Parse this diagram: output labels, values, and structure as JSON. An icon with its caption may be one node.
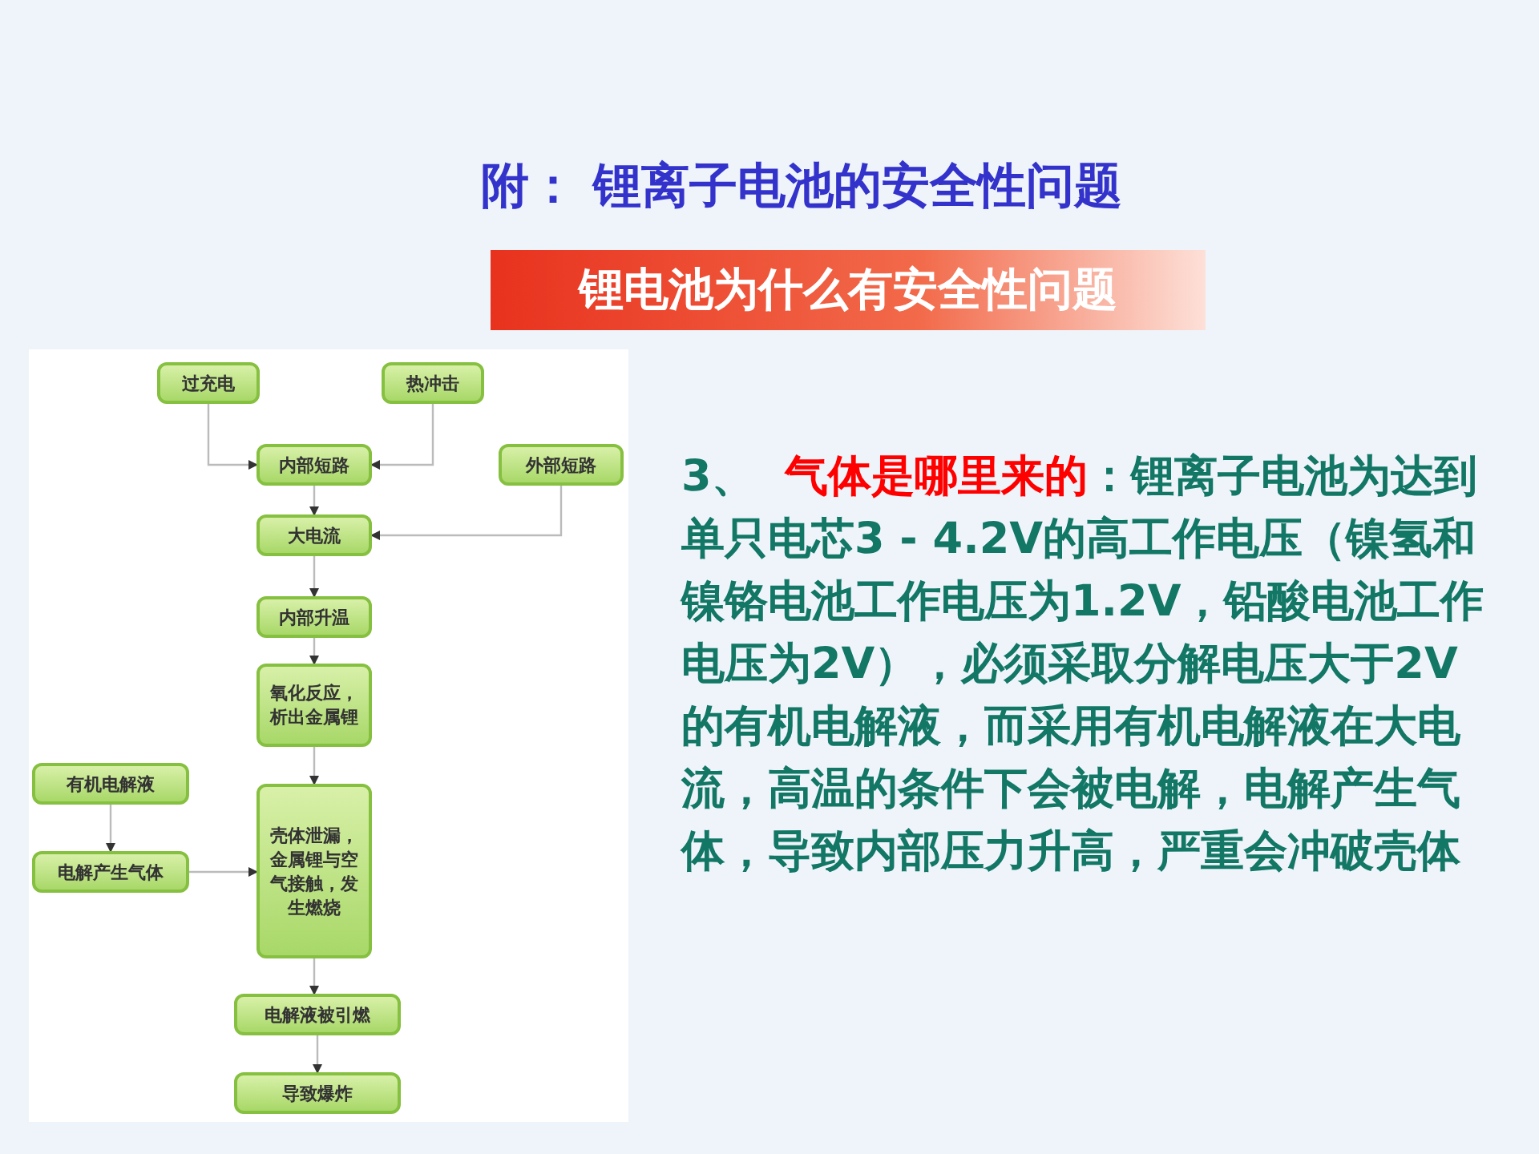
{
  "diagram": {
    "title": "附： 锂离子电池的安全性问题",
    "nodes": [
      {
        "text": [
          "锂电池为什么有安全性问题"
        ]
      },
      {
        "text": [
          "过充电"
        ]
      },
      {
        "text": [
          "热冲击"
        ]
      },
      {
        "text": [
          "内部短路"
        ]
      },
      {
        "text": [
          "外部短路"
        ]
      },
      {
        "text": [
          "大电流"
        ]
      },
      {
        "text": [
          "内部升温"
        ]
      },
      {
        "text": [
          "氧化反应，析出金属锂"
        ]
      },
      {
        "text": [
          "有机电解液"
        ]
      },
      {
        "text": [
          "电解产生气体"
        ]
      },
      {
        "text": [
          "壳体泄漏，金属锂与空气接触，发生燃烧"
        ]
      },
      {
        "text": [
          "电解液被引燃"
        ]
      },
      {
        "text": [
          "导致爆炸"
        ]
      }
    ],
    "edges": [
      {
        "from": 1,
        "to": 3,
        "arrow": "to"
      },
      {
        "from": 2,
        "to": 3,
        "arrow": "to"
      },
      {
        "from": 3,
        "to": 5,
        "arrow": "to"
      },
      {
        "from": 4,
        "to": 5,
        "arrow": "to"
      },
      {
        "from": 5,
        "to": 6,
        "arrow": "to"
      },
      {
        "from": 6,
        "to": 7,
        "arrow": "to"
      },
      {
        "from": 7,
        "to": 10,
        "arrow": "to"
      },
      {
        "from": 8,
        "to": 9,
        "arrow": "to"
      },
      {
        "from": 9,
        "to": 10,
        "arrow": "to"
      },
      {
        "from": 10,
        "to": 11,
        "arrow": "to"
      },
      {
        "from": 11,
        "to": 12,
        "arrow": "to"
      }
    ],
    "labels": [
      "3、",
      "气体是哪里来的",
      "：锂离子电池为达到单只电芯3 - 4.2V的高工作电压（镍氢和镍铬电池工作电压为1.2V，铅酸电池工作电压为2V），必须采取分解电压大于2V的有机电解液，而采用有机电解液在大电流，高温的条件下会被电解，电解产生气体，导致内部压力升高，严重会冲破壳体"
    ]
  }
}
